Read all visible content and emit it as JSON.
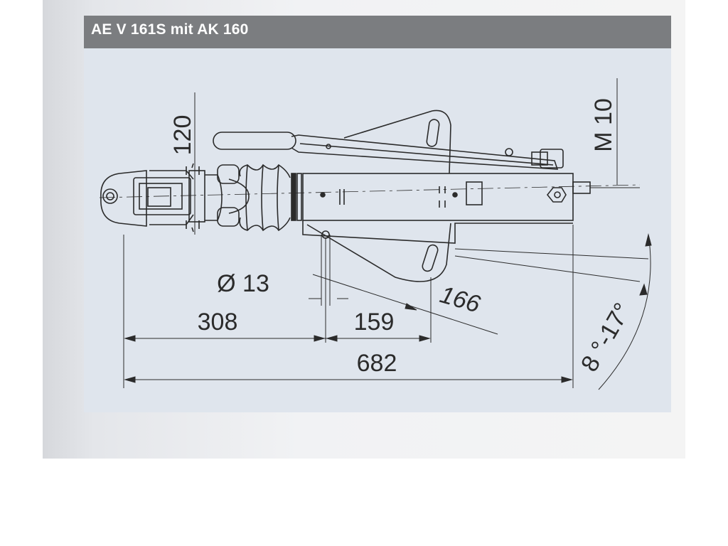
{
  "title": "AE V 161S mit AK 160",
  "dimensions": {
    "height": "120",
    "thread": "M 10",
    "bolt_diameter": "Ø 13",
    "offset_308": "308",
    "offset_159": "159",
    "slant_166": "166",
    "overall": "682",
    "angle": "8 °-17°"
  },
  "colors": {
    "title_bar": "#7b7d80",
    "panel": "#dfe5ed",
    "line": "#2b2b2b"
  }
}
